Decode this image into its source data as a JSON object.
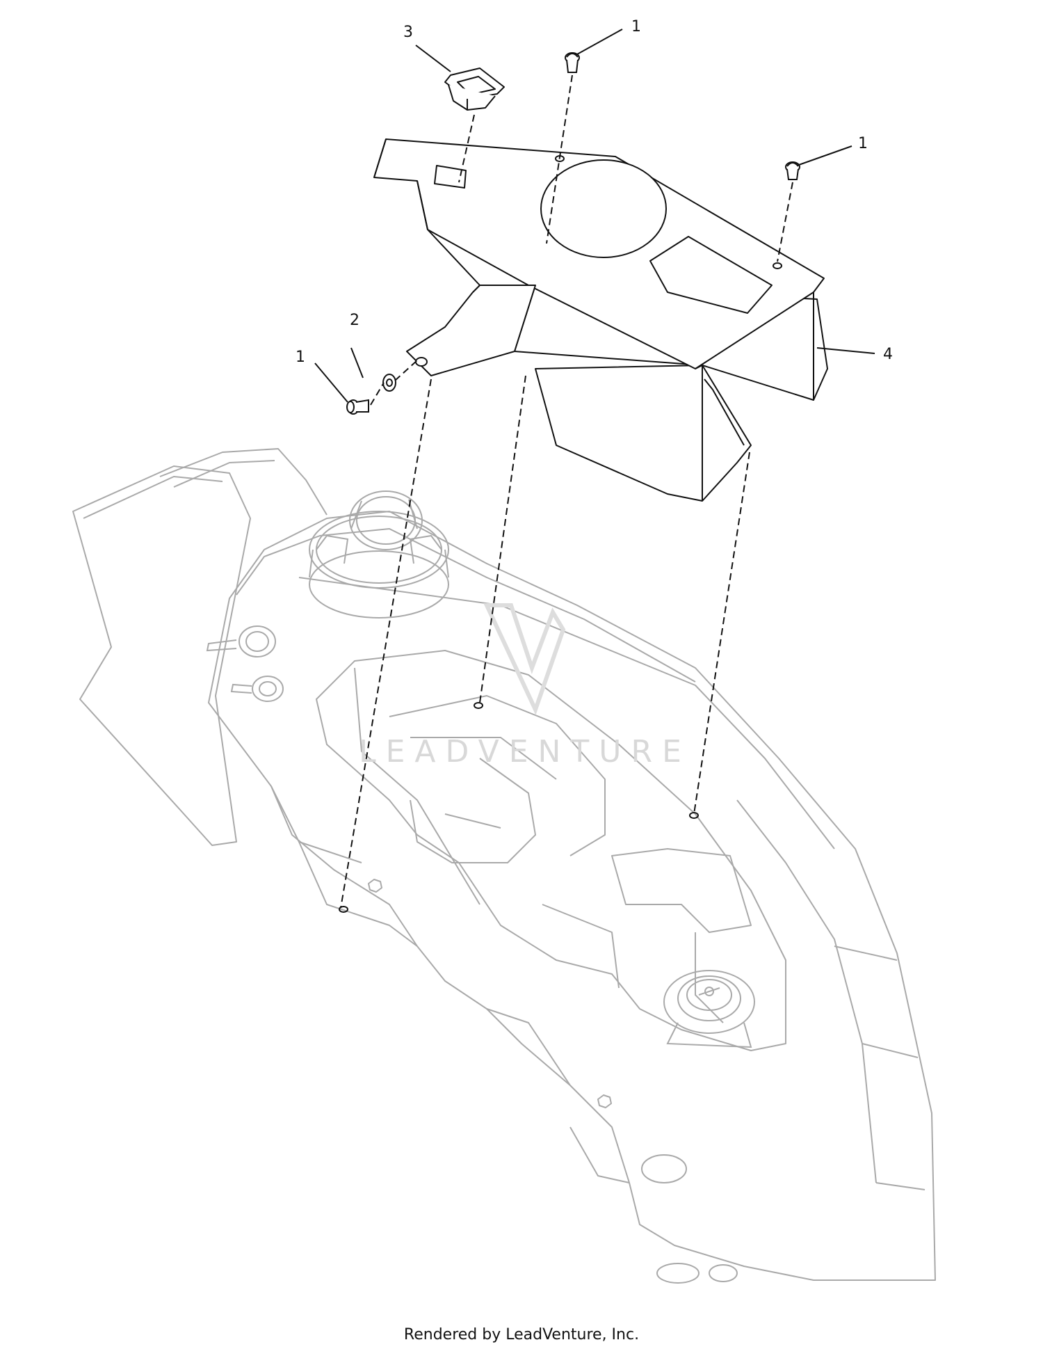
{
  "diagram": {
    "callouts": [
      {
        "label": "1"
      },
      {
        "label": "1"
      },
      {
        "label": "2"
      },
      {
        "label": "1"
      },
      {
        "label": "3"
      },
      {
        "label": "4"
      }
    ],
    "watermark": "LEADVENTURE",
    "footer": "Rendered by LeadVenture, Inc."
  },
  "colors": {
    "ink": "#111111",
    "tank_line": "#a9a9a9",
    "watermark": "#d8d8d8"
  }
}
